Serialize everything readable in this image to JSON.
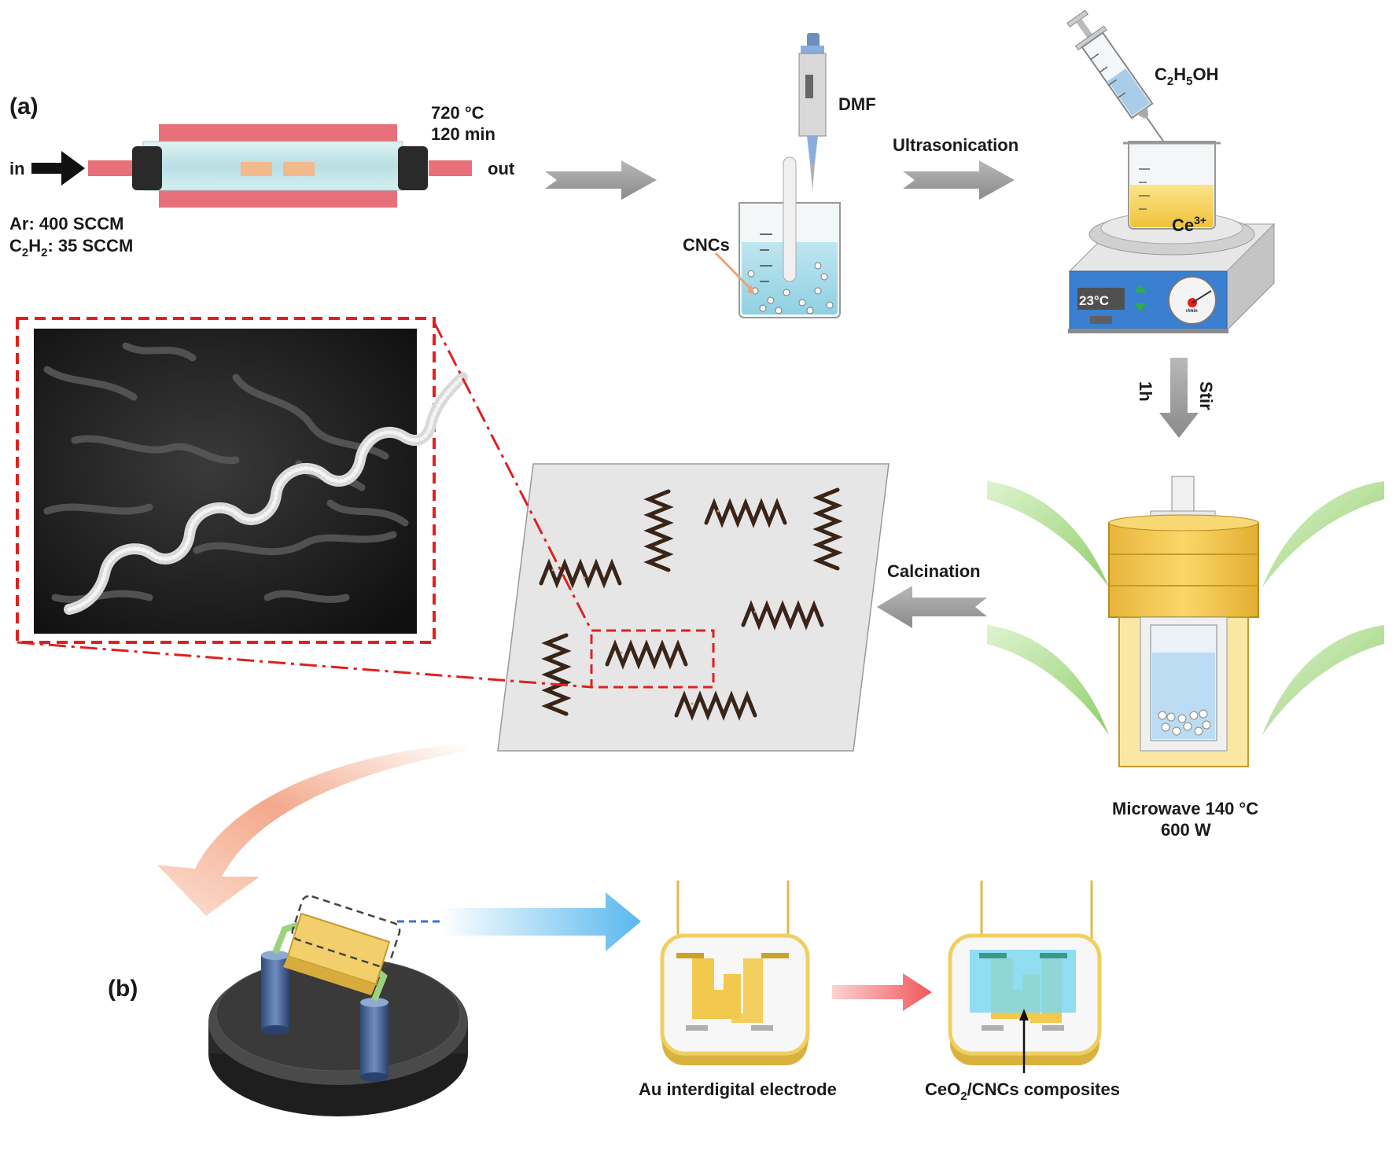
{
  "panels": {
    "a": "(a)",
    "b": "(b)"
  },
  "cvd": {
    "inlet": "in",
    "outlet": "out",
    "temperature": "720 °C",
    "duration": "120 min",
    "gas_ar": "Ar: 400 SCCM",
    "gas_c2h2_prefix": "C",
    "gas_c2h2_sub1": "2",
    "gas_c2h2_mid": "H",
    "gas_c2h2_sub2": "2",
    "gas_c2h2_rest": ": 35 SCCM"
  },
  "dispersion": {
    "solvent": "DMF",
    "material": "CNCs"
  },
  "steps": {
    "ultrasonication": "Ultrasonication",
    "stir": "Stir",
    "stir_time": "1h",
    "calcination": "Calcination"
  },
  "ethanol": {
    "c": "C",
    "sub1": "2",
    "h": "H",
    "sub2": "5",
    "rest": "OH"
  },
  "cerium": {
    "symbol": "Ce",
    "charge": "3+"
  },
  "hotplate": {
    "display": "23°C",
    "dial_label": "r/min"
  },
  "microwave": {
    "line1": "Microwave 140 °C",
    "line2": "600 W"
  },
  "electrode": {
    "label": "Au interdigital electrode"
  },
  "composite": {
    "prefix": "CeO",
    "sub": "2",
    "rest": "/CNCs composites"
  },
  "colors": {
    "tube_red": "#e8707a",
    "gray_arrow": "#9a9a9a",
    "red_dash": "#e0201e",
    "gold": "#f2c94c",
    "blue_fill": "#7fd8f0",
    "green_wave": "#9fd87f"
  },
  "icons": {
    "furnace": "tube-furnace-icon",
    "pipette": "pipette-icon",
    "beaker": "beaker-icon",
    "syringe": "syringe-icon",
    "hotplate": "hotplate-stirrer-icon",
    "autoclave": "microwave-autoclave-icon",
    "sensor": "sensor-base-icon",
    "electrode": "interdigital-electrode-icon"
  }
}
